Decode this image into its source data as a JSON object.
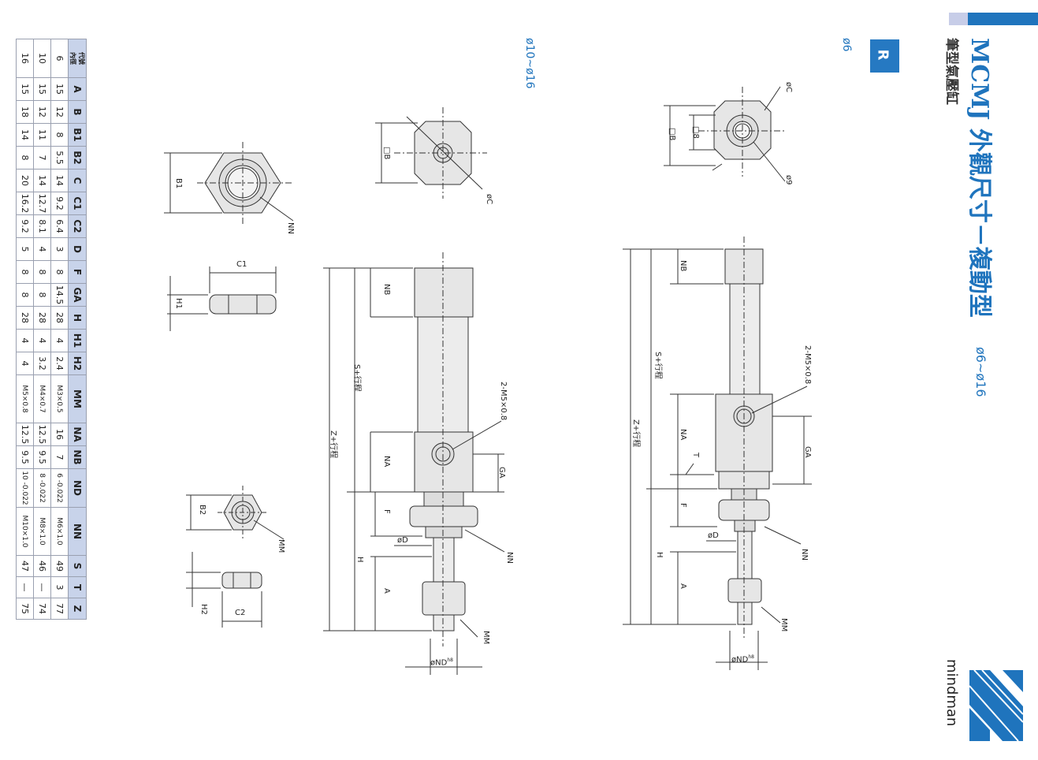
{
  "header": {
    "title": "MCMJ 外觀尺寸－複動型",
    "title_range": "ø6~ø16",
    "subtitle": "筆型氣壓缸",
    "badge": "R",
    "brand": "mindman"
  },
  "views": {
    "small_bore_label": "ø6",
    "large_bore_label": "ø10~ø16"
  },
  "labels": {
    "sq8": "□8",
    "sqB": "□B",
    "phiC": "øC",
    "phi9": "ø9",
    "port": "2-M5×0.8",
    "NB": "NB",
    "NA": "NA",
    "T": "T",
    "F": "F",
    "H": "H",
    "A": "A",
    "GA": "GA",
    "phiD": "øD",
    "NN": "NN",
    "MM": "MM",
    "phiND": "øND",
    "h8": "h8",
    "S_stroke": "S+行程",
    "Z_stroke": "Z+行程",
    "B1": "B1",
    "C1": "C1",
    "H1": "H1",
    "B2": "B2",
    "C2": "C2",
    "H2": "H2"
  },
  "table": {
    "corner_top": "代號",
    "corner_bottom": "內徑",
    "columns": [
      "A",
      "B",
      "B1",
      "B2",
      "C",
      "C1",
      "C2",
      "D",
      "F",
      "GA",
      "H",
      "H1",
      "H2",
      "MM",
      "NA",
      "NB",
      "ND",
      "NN",
      "S",
      "T",
      "Z"
    ],
    "rows": [
      {
        "bore": "6",
        "values": [
          "15",
          "12",
          "8",
          "5.5",
          "14",
          "9.2",
          "6.4",
          "3",
          "8",
          "14.5",
          "28",
          "4",
          "2.4",
          "M3×0.5",
          "16",
          "7",
          "6 -0.022",
          "M6×1.0",
          "49",
          "3",
          "77"
        ]
      },
      {
        "bore": "10",
        "values": [
          "15",
          "12",
          "11",
          "7",
          "14",
          "12.7",
          "8.1",
          "4",
          "8",
          "8",
          "28",
          "4",
          "3.2",
          "M4×0.7",
          "12.5",
          "9.5",
          "8 -0.022",
          "M8×1.0",
          "46",
          "—",
          "74"
        ]
      },
      {
        "bore": "16",
        "values": [
          "15",
          "18",
          "14",
          "8",
          "20",
          "16.2",
          "9.2",
          "5",
          "8",
          "8",
          "28",
          "4",
          "4",
          "M5×0.8",
          "12.5",
          "9.5",
          "10 -0.022",
          "M10×1.0",
          "47",
          "—",
          "75"
        ]
      }
    ]
  },
  "colors": {
    "accent": "#1f74bd",
    "table_header": "#c8d3ea",
    "part_fill": "#e6e6e6"
  }
}
